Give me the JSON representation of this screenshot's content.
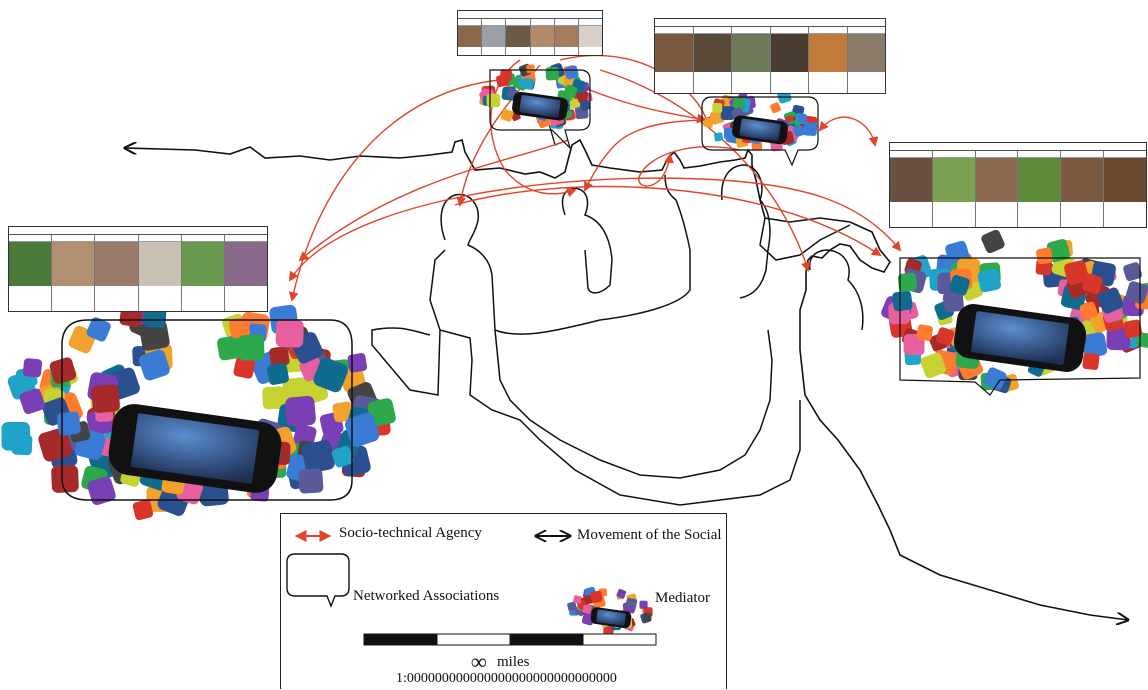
{
  "legend": {
    "socio_technical_agency": "Socio-technical Agency",
    "movement_of_the_social": "Movement of the Social",
    "networked_associations": "Networked Associations",
    "mediator": "Mediator",
    "scale_unit": "miles",
    "scale_ratio": "1:000000000000000000000000000000"
  },
  "colors": {
    "agency_arrow": "#e0442a",
    "movement_line": "#111111",
    "scalebar_dark": "#111111"
  },
  "icons": [
    "infinity-icon",
    "smartphone-icon",
    "speech-bubble-icon",
    "app-icon-cloud"
  ]
}
